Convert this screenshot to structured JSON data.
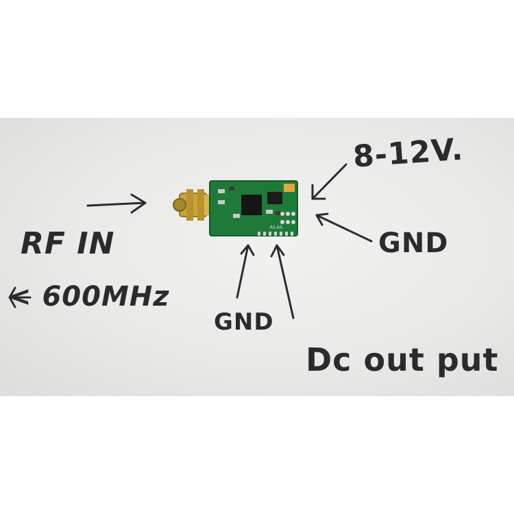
{
  "labels": {
    "voltage": "8-12V.",
    "gnd_right": "GND",
    "rf_in": "RF IN",
    "frequency": "< 600MHz",
    "gnd_bottom": "GND",
    "dc_output": "Dc out put"
  },
  "board": {
    "silkscreen": "R1-R5"
  },
  "colors": {
    "background": "#e9eae8",
    "pcb": "#1f7a3a",
    "connector": "#c9a43c",
    "ink": "#2b2b2b"
  }
}
